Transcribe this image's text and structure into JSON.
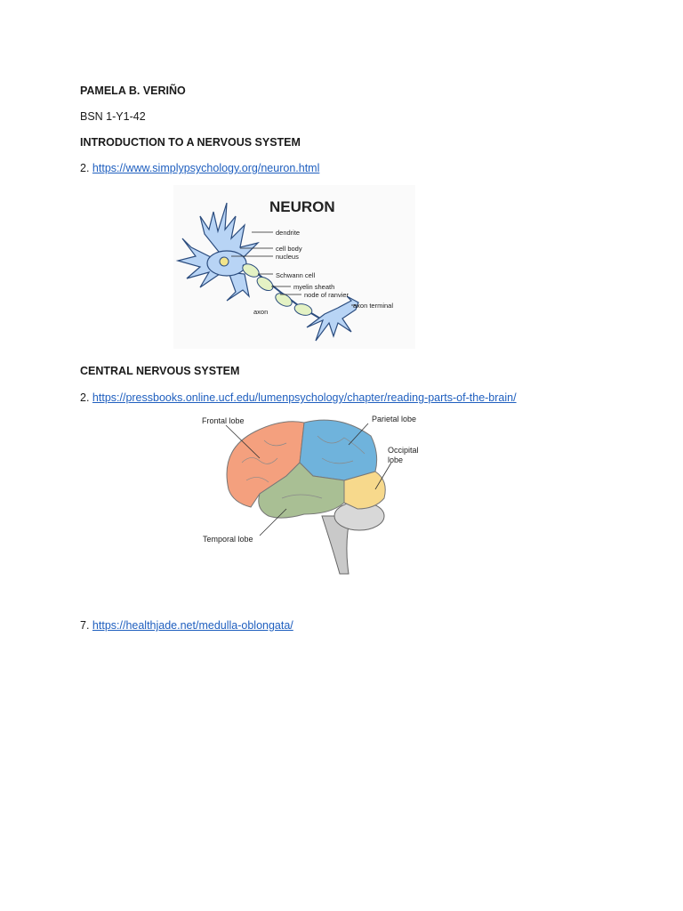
{
  "document": {
    "author": "PAMELA B. VERIÑO",
    "section_code": "BSN 1-Y1-42",
    "heading_intro": "INTRODUCTION TO A NERVOUS SYSTEM",
    "heading_cns": "CENTRAL NERVOUS SYSTEM"
  },
  "refs": [
    {
      "number": "2.",
      "url": "https://www.simplypsychology.org/neuron.html"
    },
    {
      "number": "2.",
      "url": "https://pressbooks.online.ucf.edu/lumenpsychology/chapter/reading-parts-of-the-brain/"
    },
    {
      "number": "7.",
      "url": "https://healthjade.net/medulla-oblongata/"
    }
  ],
  "neuron_figure": {
    "title": "NEURON",
    "labels": {
      "dendrite": "dendrite",
      "cell_body": "cell body",
      "nucleus": "nucleus",
      "schwann": "Schwann cell",
      "myelin": "myelin sheath",
      "ranvier": "node of ranvier",
      "axon": "axon",
      "axon_terminal": "axon terminal"
    },
    "colors": {
      "cell": "#b8d4f5",
      "cell_outline": "#2b4c7e",
      "myelin": "#e4f2c4"
    }
  },
  "brain_figure": {
    "labels": {
      "frontal": "Frontal lobe",
      "parietal": "Parietal lobe",
      "occipital_1": "Occipital",
      "occipital_2": "lobe",
      "temporal": "Temporal lobe"
    },
    "colors": {
      "frontal": "#f4a07e",
      "parietal": "#6fb3dc",
      "occipital": "#f7d98c",
      "temporal": "#a9bf94",
      "brainstem": "#c9c9c9"
    }
  }
}
